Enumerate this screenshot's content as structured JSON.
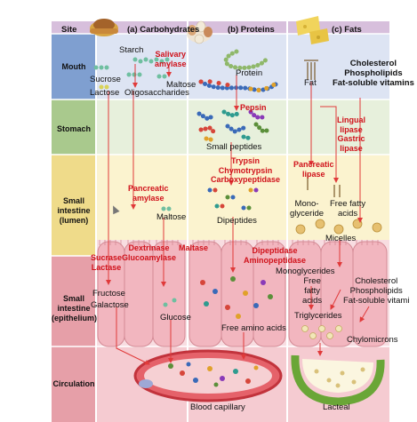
{
  "headers": {
    "site": "Site",
    "carbohydrates": "(a) Carbohydrates",
    "proteins": "(b) Proteins",
    "fats": "(c) Fats"
  },
  "sites": {
    "mouth": "Mouth",
    "stomach": "Stomach",
    "small_intestine_lumen": [
      "Small",
      "intestine",
      "(lumen)"
    ],
    "small_intestine_epithelium": [
      "Small",
      "intestine",
      "(epithelium)"
    ],
    "circulation": "Circulation"
  },
  "carbohydrates": {
    "starch": "Starch",
    "sucrose": "Sucrose",
    "lactose": "Lactose",
    "maltose_mouth": "Maltose",
    "oligosaccharides": "Oligosaccharides",
    "maltose_lumen": "Maltose",
    "fructose": "Fructose",
    "galactose": "Galactose",
    "glucose": "Glucose"
  },
  "proteins": {
    "protein": "Protein",
    "small_peptides": "Small peptides",
    "dipeptides": "Dipeptides",
    "free_amino_acids": "Free amino acids",
    "blood_capillary": "Blood capillary"
  },
  "fats": {
    "fat": "Fat",
    "mouth_lipids": [
      "Cholesterol",
      "Phospholipids",
      "Fat-soluble vitamins"
    ],
    "monoglyceride": [
      "Mono-",
      "glyceride"
    ],
    "free_fatty_acids_lumen": [
      "Free fatty",
      "acids"
    ],
    "micelles": "Micelles",
    "monoglycerides": "Monoglycerides",
    "free_fatty_acids_epi": [
      "Free",
      "fatty",
      "acids"
    ],
    "triglycerides": "Triglycerides",
    "epi_lipids": [
      "Cholesterol",
      "Phospholipids",
      "Fat-soluble vitami"
    ],
    "chylomicrons": "Chylomicrons",
    "lacteal": "Lacteal"
  },
  "enzymes": {
    "salivary_amylase": [
      "Salivary",
      "amylase"
    ],
    "pancreatic_amylase": [
      "Pancreatic",
      "amylase"
    ],
    "dextrinase_glucoamylase": [
      "Dextrinase",
      "Glucoamylase"
    ],
    "maltase": "Maltase",
    "sucrase_lactase": [
      "Sucrase",
      "Lactase"
    ],
    "pepsin": "Pepsin",
    "trypsin_group": [
      "Trypsin",
      "Chymotrypsin",
      "Carboxypeptidase"
    ],
    "dipeptidase_group": [
      "Dipeptidase",
      "Aminopeptidase"
    ],
    "lingual_gastric_lipase": [
      "Lingual",
      "lipase",
      "Gastric",
      "lipase"
    ],
    "pancreatic_lipase": [
      "Pancreatic",
      "lipase"
    ]
  },
  "colors": {
    "site_header": "#d7bfdc",
    "mouth_site": "#7f9fd0",
    "mouth_band": "#dde4f3",
    "stomach_site": "#a9c98d",
    "stomach_band": "#e7f0dc",
    "lumen_site": "#efdb8a",
    "lumen_band": "#fbf3cf",
    "epithelium_site": "#e69fa8",
    "epithelium_band": "#f8dde1",
    "circulation_site": "#e69fa8",
    "circulation_band": "#f5cbd1",
    "enzyme_red": "#d0121b",
    "arrow_red": "#e03a3a",
    "lacteal_green": "#6aa637"
  },
  "icons": {
    "carbohydrates": "bread-bowl-icon",
    "proteins": "eggs-bowl-icon",
    "fats": "cheese-icon"
  }
}
